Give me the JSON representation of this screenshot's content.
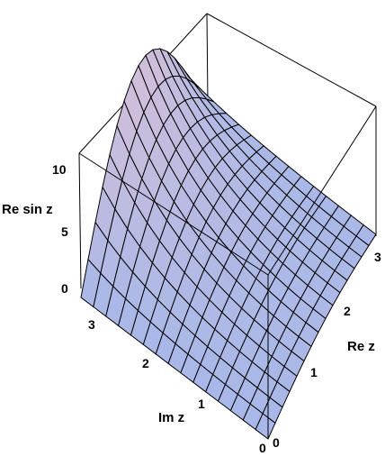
{
  "chart_data": {
    "type": "surface3d",
    "function": "Re sin z",
    "zlabel": "Re sin z",
    "xlabel": "Re z",
    "ylabel": "Im z",
    "x_range": [
      0,
      3
    ],
    "y_range": [
      0,
      3
    ],
    "zlim": [
      0,
      11
    ],
    "x_ticks": [
      "0",
      "1",
      "2",
      "3"
    ],
    "y_ticks": [
      "0",
      "1",
      "2",
      "3"
    ],
    "z_ticks": [
      "0",
      "5",
      "10"
    ],
    "mesh_divisions": 15,
    "surface_color_low": "#a8b8e8",
    "surface_color_high": "#d8c0d8"
  }
}
